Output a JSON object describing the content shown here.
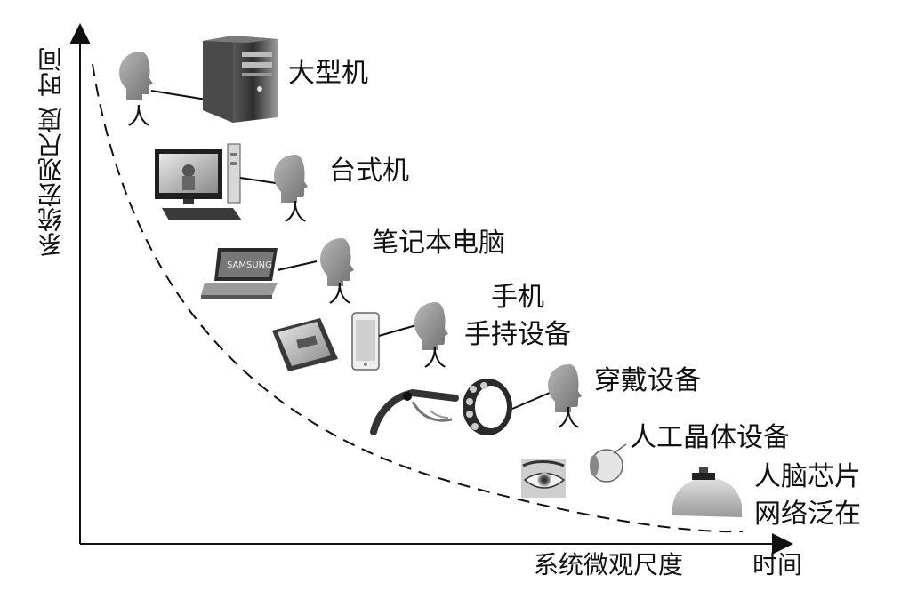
{
  "axes": {
    "y_label": "系统宏观尺度",
    "y_time": "时间",
    "x_label": "系统微观尺度",
    "x_time": "时间"
  },
  "stages": {
    "mainframe": "大型机",
    "desktop": "台式机",
    "laptop": "笔记本电脑",
    "phone_line1": "手机",
    "phone_line2": "手持设备",
    "wearable": "穿戴设备",
    "implant": "人工晶体设备",
    "brain_line1": "人脑芯片",
    "brain_line2": "网络泛在"
  },
  "person_glyph": "人",
  "laptop_brand": "SAMSUNG",
  "icons": [
    "person-head-icon",
    "mainframe-tower-icon",
    "desktop-pc-icon",
    "laptop-icon",
    "tablet-icon",
    "smartphone-icon",
    "smart-glasses-icon",
    "smart-bracelet-icon",
    "eye-icon",
    "eyeball-lens-icon",
    "brain-chip-icon"
  ]
}
